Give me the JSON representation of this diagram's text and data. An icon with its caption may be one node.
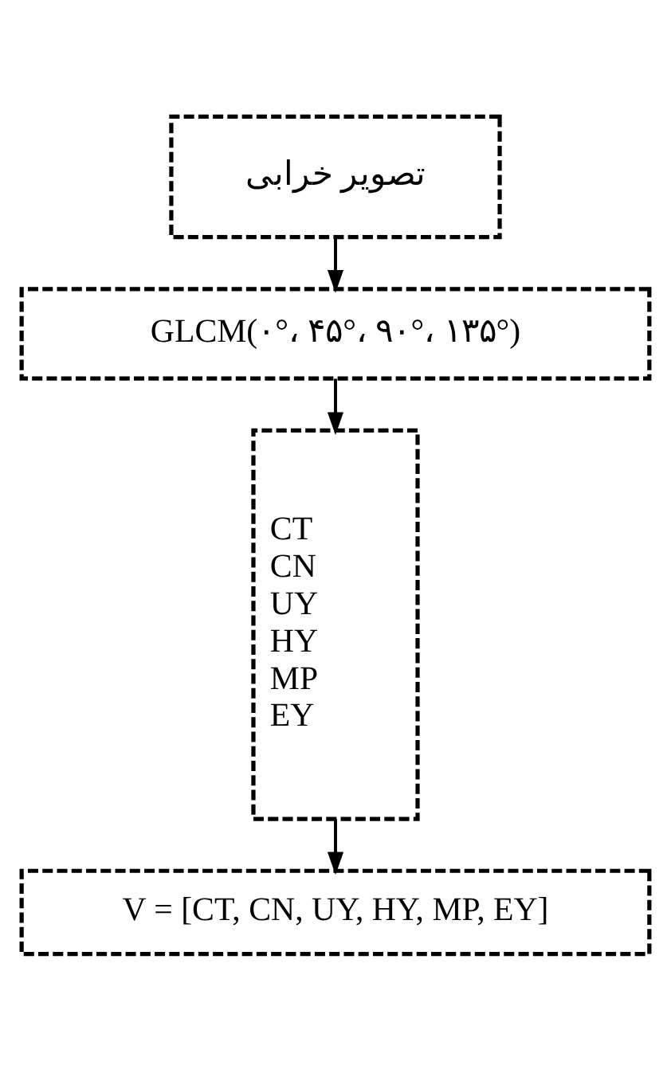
{
  "diagram": {
    "nodes": [
      {
        "text": [
          "تصویر خرابی"
        ]
      },
      {
        "text": [
          "GLCM(۰°، ۴۵°، ۹۰°، ۱۳۵°)"
        ]
      },
      {
        "text": [
          "CT",
          "CN",
          "UY",
          "HY",
          "MP",
          "EY"
        ]
      },
      {
        "text": [
          "V = [CT, CN, UY, HY, MP, EY]"
        ]
      }
    ],
    "edges": [
      {
        "from": 0,
        "to": 1,
        "arrow": "to"
      },
      {
        "from": 1,
        "to": 2,
        "arrow": "to"
      },
      {
        "from": 2,
        "to": 3,
        "arrow": "to"
      }
    ]
  }
}
